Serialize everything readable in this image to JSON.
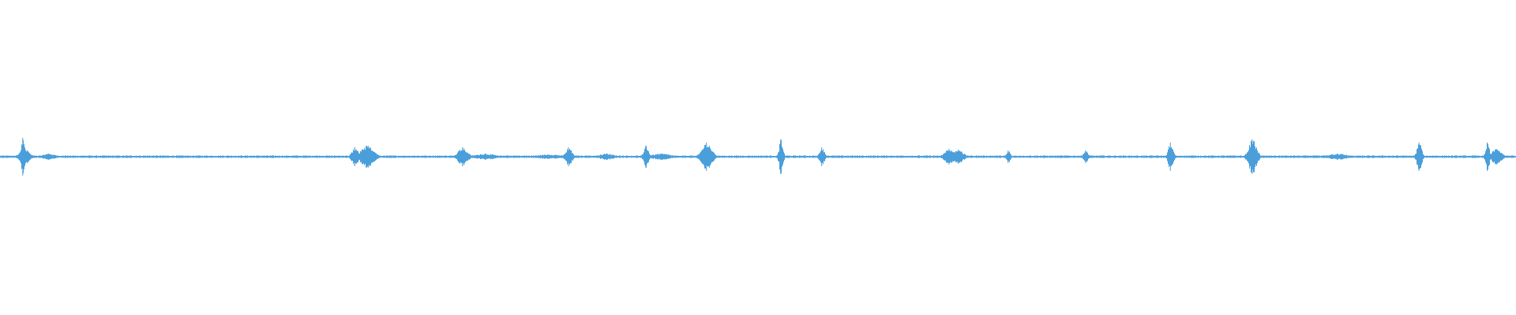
{
  "waveform": {
    "color": "#4a9fdb",
    "baseline_amplitude": 0.004,
    "noise_amplitude": 0.012,
    "peaks": [
      {
        "time": 0.015,
        "amplitude": 0.12,
        "width": 0.0012
      },
      {
        "time": 0.016,
        "amplitude": 0.05,
        "width": 0.003
      },
      {
        "time": 0.032,
        "amplitude": 0.02,
        "width": 0.004
      },
      {
        "time": 0.234,
        "amplitude": 0.06,
        "width": 0.002
      },
      {
        "time": 0.242,
        "amplitude": 0.07,
        "width": 0.004
      },
      {
        "time": 0.245,
        "amplitude": 0.03,
        "width": 0.003
      },
      {
        "time": 0.305,
        "amplitude": 0.06,
        "width": 0.003
      },
      {
        "time": 0.32,
        "amplitude": 0.02,
        "width": 0.006
      },
      {
        "time": 0.362,
        "amplitude": 0.015,
        "width": 0.008
      },
      {
        "time": 0.375,
        "amplitude": 0.06,
        "width": 0.002
      },
      {
        "time": 0.4,
        "amplitude": 0.02,
        "width": 0.005
      },
      {
        "time": 0.426,
        "amplitude": 0.07,
        "width": 0.0015
      },
      {
        "time": 0.436,
        "amplitude": 0.02,
        "width": 0.006
      },
      {
        "time": 0.466,
        "amplitude": 0.09,
        "width": 0.003
      },
      {
        "time": 0.515,
        "amplitude": 0.11,
        "width": 0.0012
      },
      {
        "time": 0.542,
        "amplitude": 0.06,
        "width": 0.0015
      },
      {
        "time": 0.626,
        "amplitude": 0.05,
        "width": 0.003
      },
      {
        "time": 0.632,
        "amplitude": 0.045,
        "width": 0.003
      },
      {
        "time": 0.665,
        "amplitude": 0.04,
        "width": 0.0012
      },
      {
        "time": 0.716,
        "amplitude": 0.04,
        "width": 0.0015
      },
      {
        "time": 0.772,
        "amplitude": 0.09,
        "width": 0.0015
      },
      {
        "time": 0.826,
        "amplitude": 0.11,
        "width": 0.0025
      },
      {
        "time": 0.882,
        "amplitude": 0.02,
        "width": 0.006
      },
      {
        "time": 0.936,
        "amplitude": 0.09,
        "width": 0.0015
      },
      {
        "time": 0.981,
        "amplitude": 0.09,
        "width": 0.0012
      },
      {
        "time": 0.987,
        "amplitude": 0.05,
        "width": 0.003
      }
    ]
  }
}
